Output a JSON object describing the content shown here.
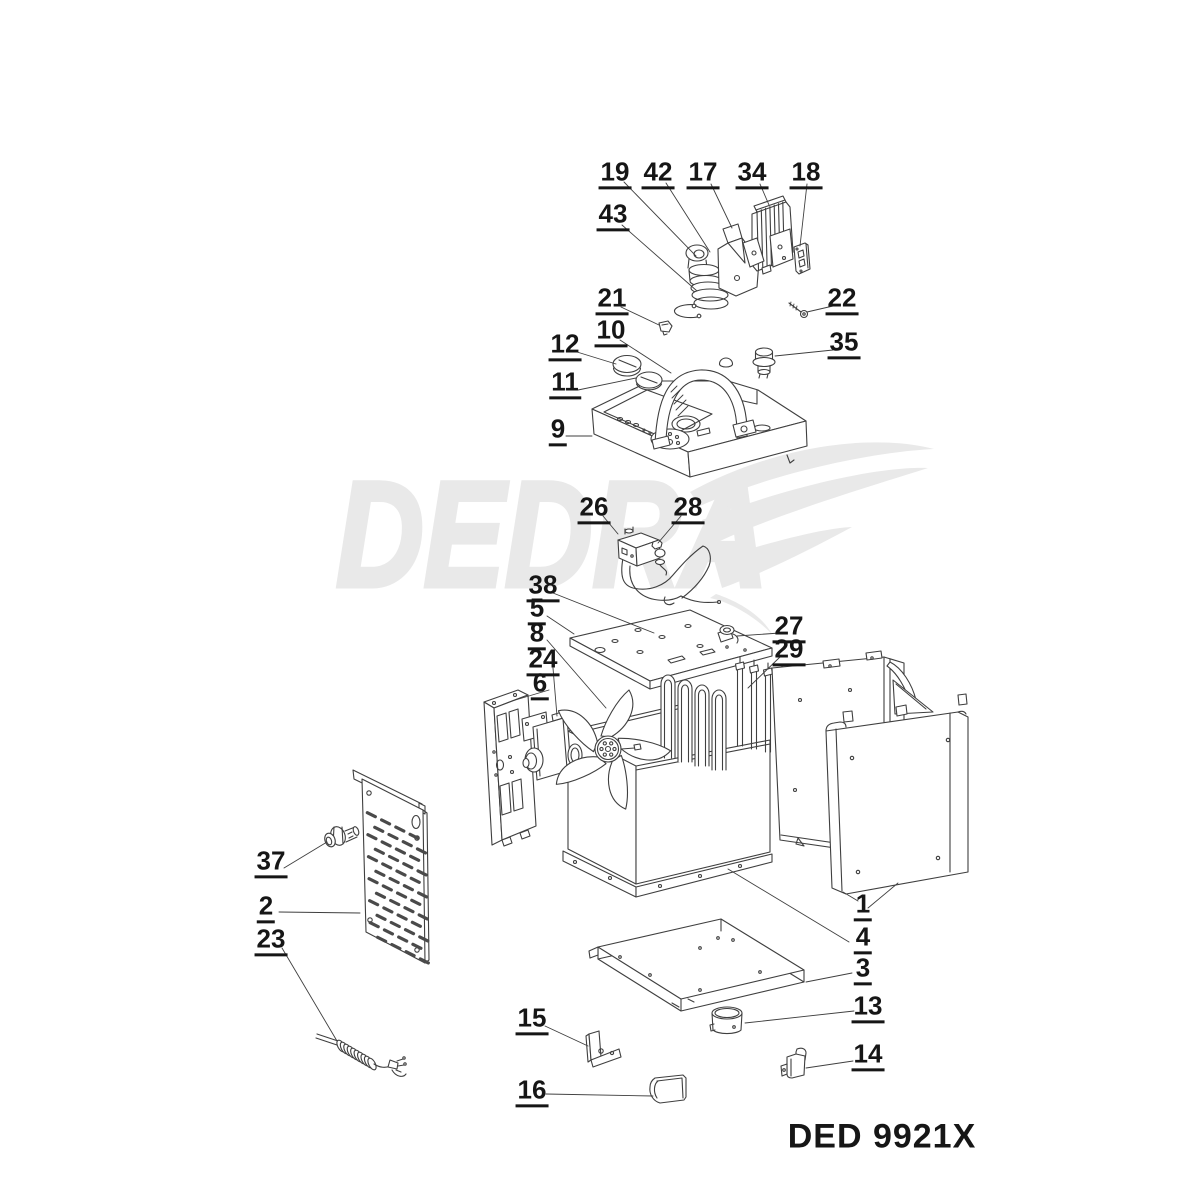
{
  "watermark": {
    "text": "DEDRA",
    "color": "#e9e9e9"
  },
  "model_code": "DED 9921X",
  "callouts": [
    "19",
    "42",
    "17",
    "34",
    "18",
    "43",
    "21",
    "22",
    "12",
    "10",
    "11",
    "9",
    "35",
    "26",
    "28",
    "38",
    "5",
    "8",
    "24",
    "6",
    "27",
    "29",
    "37",
    "2",
    "23",
    "1",
    "4",
    "3",
    "13",
    "15",
    "14",
    "16"
  ],
  "colors": {
    "line": "#3f3f3f",
    "label": "#161616",
    "background": "#ffffff"
  }
}
